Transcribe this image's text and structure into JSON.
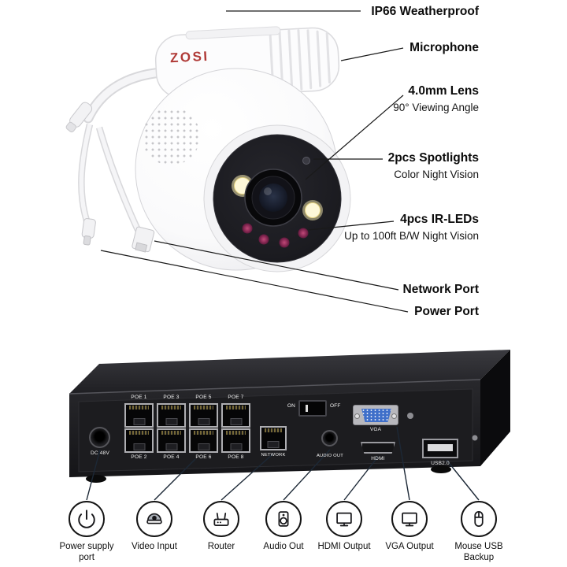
{
  "brand": "ZOSI",
  "callouts": [
    {
      "title": "IP66 Weatherproof",
      "subtitle": ""
    },
    {
      "title": "Microphone",
      "subtitle": ""
    },
    {
      "title": "4.0mm Lens",
      "subtitle": "90° Viewing Angle"
    },
    {
      "title": "2pcs Spotlights",
      "subtitle": "Color Night Vision"
    },
    {
      "title": "4pcs IR-LEDs",
      "subtitle": "Up to 100ft B/W Night Vision"
    },
    {
      "title": "Network Port",
      "subtitle": ""
    },
    {
      "title": "Power Port",
      "subtitle": ""
    }
  ],
  "nvr": {
    "poe_top": [
      "POE 1",
      "POE 3",
      "POE 5",
      "POE 7"
    ],
    "poe_bottom": [
      "POE 2",
      "POE 4",
      "POE 6",
      "POE 8"
    ],
    "dc": "DC 48V",
    "network": "NETWORK",
    "audio": "AUDIO OUT",
    "on": "ON",
    "off": "OFF",
    "vga": "VGA",
    "hdmi": "HDMI",
    "usb": "USB2.0"
  },
  "legend": [
    {
      "label": "Power supply port",
      "icon": "power-icon"
    },
    {
      "label": "Video Input",
      "icon": "dome-camera-icon"
    },
    {
      "label": "Router",
      "icon": "router-icon"
    },
    {
      "label": "Audio Out",
      "icon": "speaker-icon"
    },
    {
      "label": "HDMI Output",
      "icon": "monitor-icon"
    },
    {
      "label": "VGA Output",
      "icon": "monitor-icon"
    },
    {
      "label": "Mouse USB Backup",
      "icon": "mouse-icon"
    }
  ],
  "colors": {
    "brand_red": "#b03a37",
    "vga_blue": "#3f6fc9",
    "callout_line": "#1a1a1a",
    "connector_line": "#1c2836"
  }
}
